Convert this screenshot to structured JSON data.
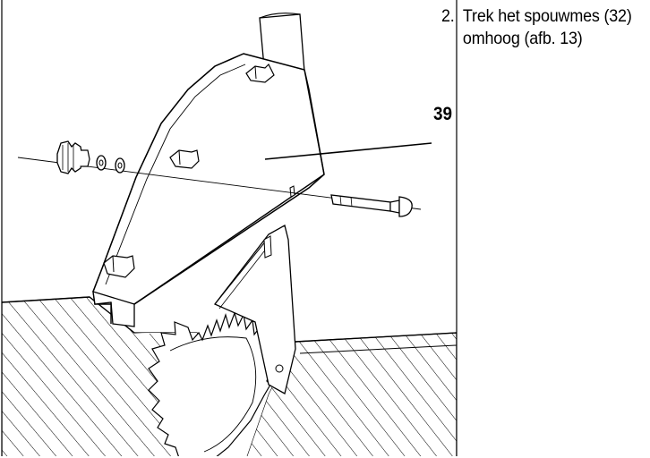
{
  "instruction": {
    "number": "2.",
    "text": "Trek het spouwmes (32) omhoog (afb. 13)"
  },
  "figure": {
    "callout_label": "39"
  }
}
